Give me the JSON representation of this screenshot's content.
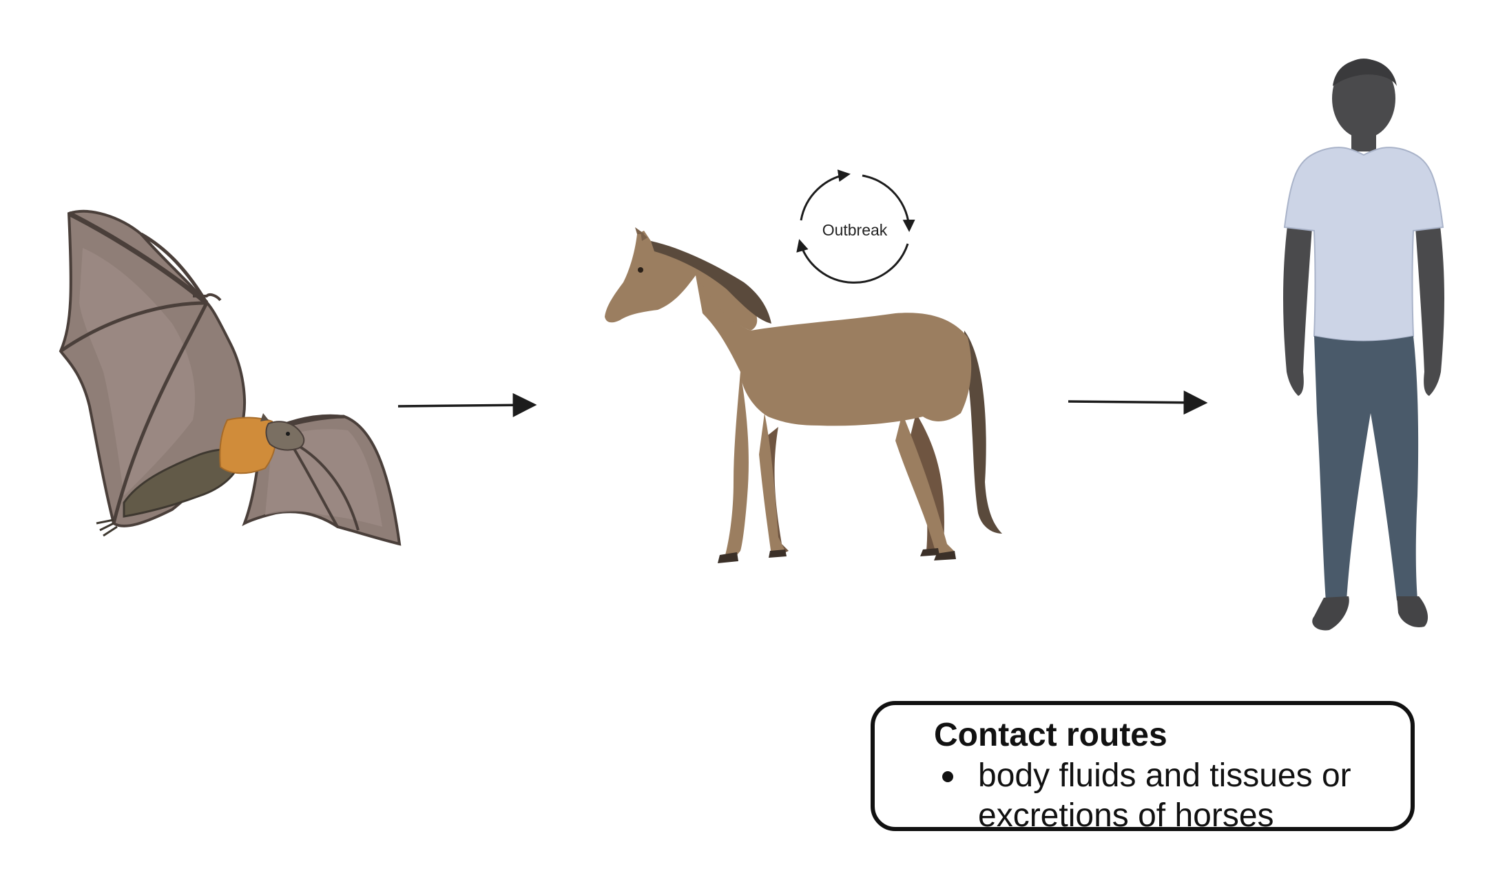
{
  "outbreak": {
    "label": "Outbreak"
  },
  "contact_box": {
    "title": "Contact routes",
    "items": [
      "body fluids and tissues or excretions of horses"
    ]
  },
  "figures": {
    "bat_icon": "fruit-bat-illustration",
    "horse_icon": "horse-illustration",
    "human_icon": "human-figure-illustration"
  },
  "colors": {
    "arrow": "#1c1c1c",
    "bat_wing": "#8a7a72",
    "bat_fur": "#d08c3a",
    "horse_body": "#9b7e60",
    "horse_mane": "#5a4a3c",
    "human_skin": "#4a4a4c",
    "human_shirt": "#ccd4e6",
    "human_pants": "#4a5a6a"
  }
}
